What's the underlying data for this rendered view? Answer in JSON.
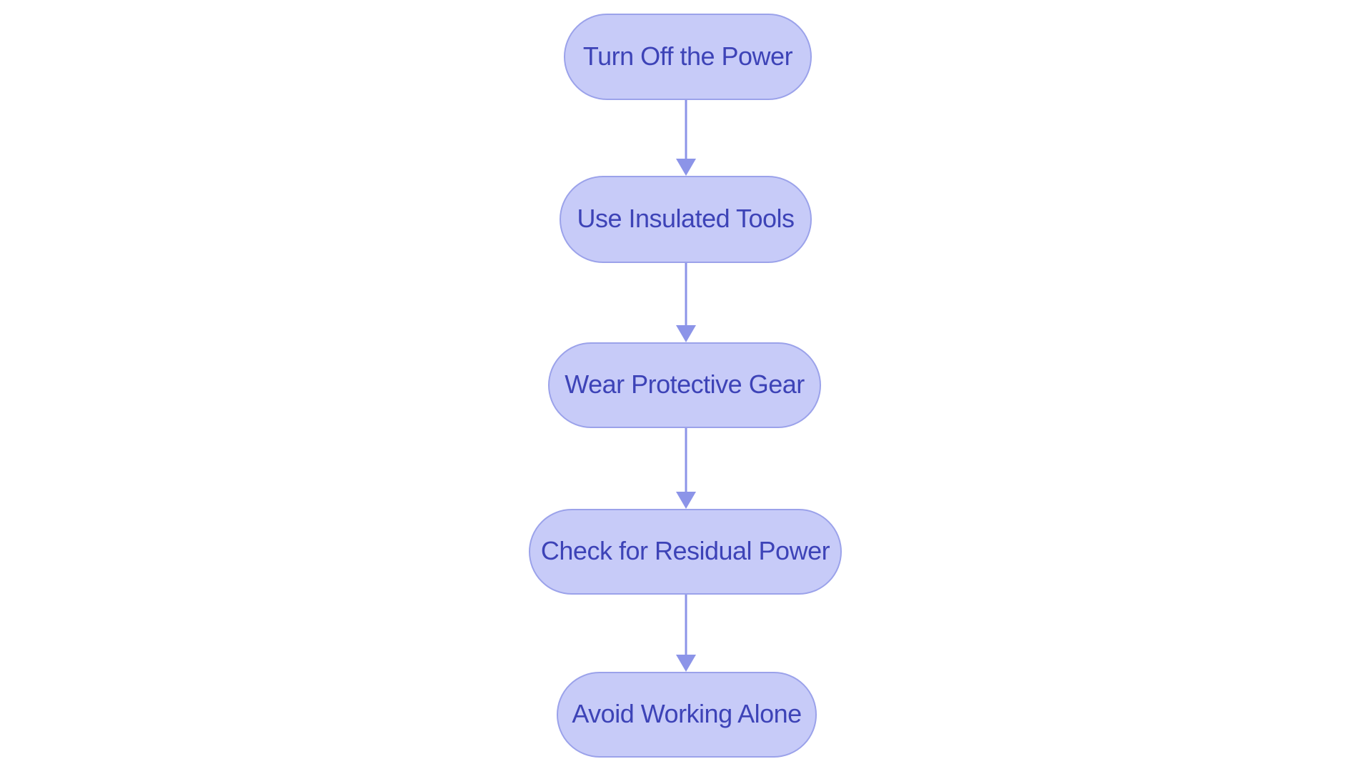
{
  "colors": {
    "background": "#ffffff",
    "node_fill": "#c7cbf8",
    "node_border": "#9ba2ea",
    "node_text": "#3d43b7",
    "arrow": "#8c94e8"
  },
  "flowchart": {
    "type": "flowchart",
    "direction": "top-down",
    "nodes": [
      {
        "id": "step-1",
        "shape": "stadium",
        "label": "Turn Off the Power"
      },
      {
        "id": "step-2",
        "shape": "stadium",
        "label": "Use Insulated Tools"
      },
      {
        "id": "step-3",
        "shape": "stadium",
        "label": "Wear Protective Gear"
      },
      {
        "id": "step-4",
        "shape": "stadium",
        "label": "Check for Residual Power"
      },
      {
        "id": "step-5",
        "shape": "stadium",
        "label": "Avoid Working Alone"
      }
    ],
    "edges": [
      {
        "from": "step-1",
        "to": "step-2",
        "style": "arrow"
      },
      {
        "from": "step-2",
        "to": "step-3",
        "style": "arrow"
      },
      {
        "from": "step-3",
        "to": "step-4",
        "style": "arrow"
      },
      {
        "from": "step-4",
        "to": "step-5",
        "style": "arrow"
      }
    ]
  }
}
